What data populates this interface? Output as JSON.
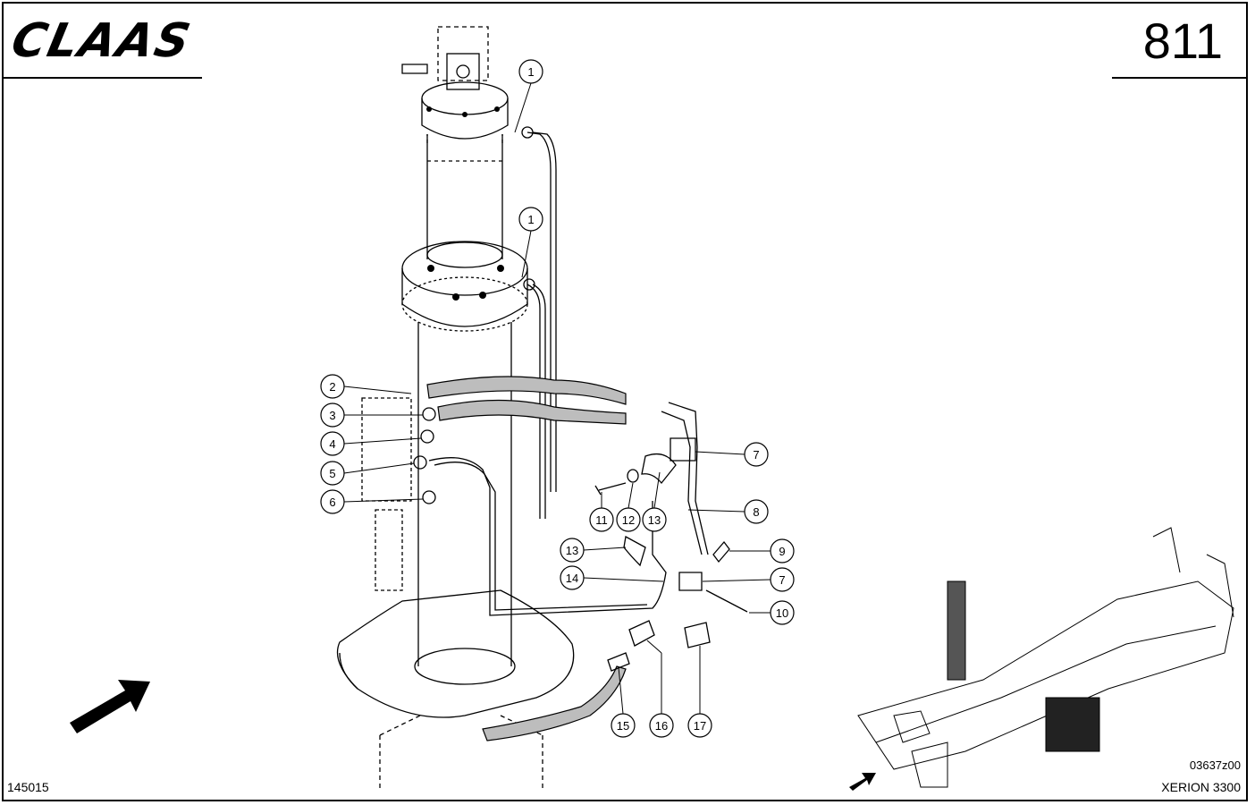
{
  "header": {
    "brand": "CLAAS",
    "page_number": "811"
  },
  "footer": {
    "part_code": "145015",
    "drawing_code": "03637z00",
    "model": "XERION 3300"
  },
  "callouts": [
    {
      "label": "1"
    },
    {
      "label": "1"
    },
    {
      "label": "2"
    },
    {
      "label": "3"
    },
    {
      "label": "4"
    },
    {
      "label": "5"
    },
    {
      "label": "6"
    },
    {
      "label": "7"
    },
    {
      "label": "8"
    },
    {
      "label": "9"
    },
    {
      "label": "13"
    },
    {
      "label": "14"
    },
    {
      "label": "7"
    },
    {
      "label": "10"
    },
    {
      "label": "11"
    },
    {
      "label": "12"
    },
    {
      "label": "13"
    },
    {
      "label": "15"
    },
    {
      "label": "16"
    },
    {
      "label": "17"
    }
  ],
  "colors": {
    "ink": "#000000",
    "paper": "#ffffff",
    "hose_fill": "#bdbdbd"
  }
}
